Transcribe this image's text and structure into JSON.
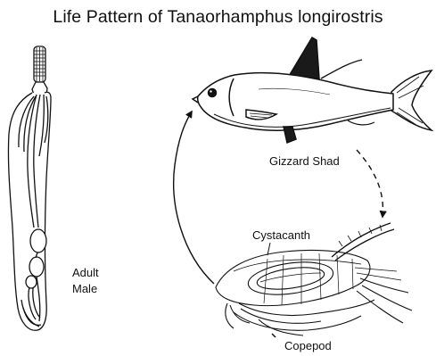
{
  "title": "Life Pattern of Tanaorhamphus longirostris",
  "labels": {
    "adult": "Adult",
    "male": "Male",
    "host_fish": "Gizzard Shad",
    "larval_stage": "Cystacanth",
    "intermediate_host": "Copepod"
  },
  "colors": {
    "ink": "#111111",
    "background": "#ffffff"
  }
}
